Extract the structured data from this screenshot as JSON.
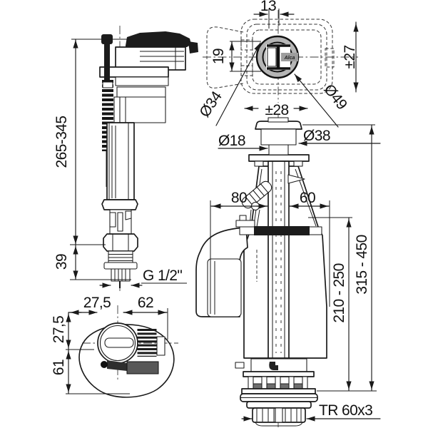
{
  "diagram": {
    "logo": "Alca",
    "colors": {
      "line": "#1a1a1a",
      "dark": "#1c1c1c",
      "button_gray": "#ababab",
      "ring_gray": "#b5b5b5",
      "ring_inner_gray": "#c2c2c2",
      "panel_gray": "#f0f0f0",
      "float_gray": "#e7e7e7",
      "seal_gray": "#6e6e6e",
      "arm_gray": "#585858"
    },
    "fill_valve": {
      "height_range": "265-345",
      "shank_length": "39",
      "thread": "G 1/2\""
    },
    "top_view": {
      "stem_width": "13",
      "stem_height": "19",
      "adjust_vertical": "±27",
      "dia_inner": "Ø34",
      "adjust_horizontal": "±28",
      "dia_outer": "Ø49"
    },
    "bottom_view": {
      "offset_left": "27,5",
      "body_width": "62",
      "offset_front": "27,5",
      "body_depth": "61"
    },
    "flush_valve": {
      "stem_dia": "Ø18",
      "button_dia": "Ø38",
      "left_offset": "80",
      "right_offset": "60",
      "inner_height": "210 - 250",
      "total_height": "315 - 450",
      "thread": "TR 60x3"
    }
  }
}
